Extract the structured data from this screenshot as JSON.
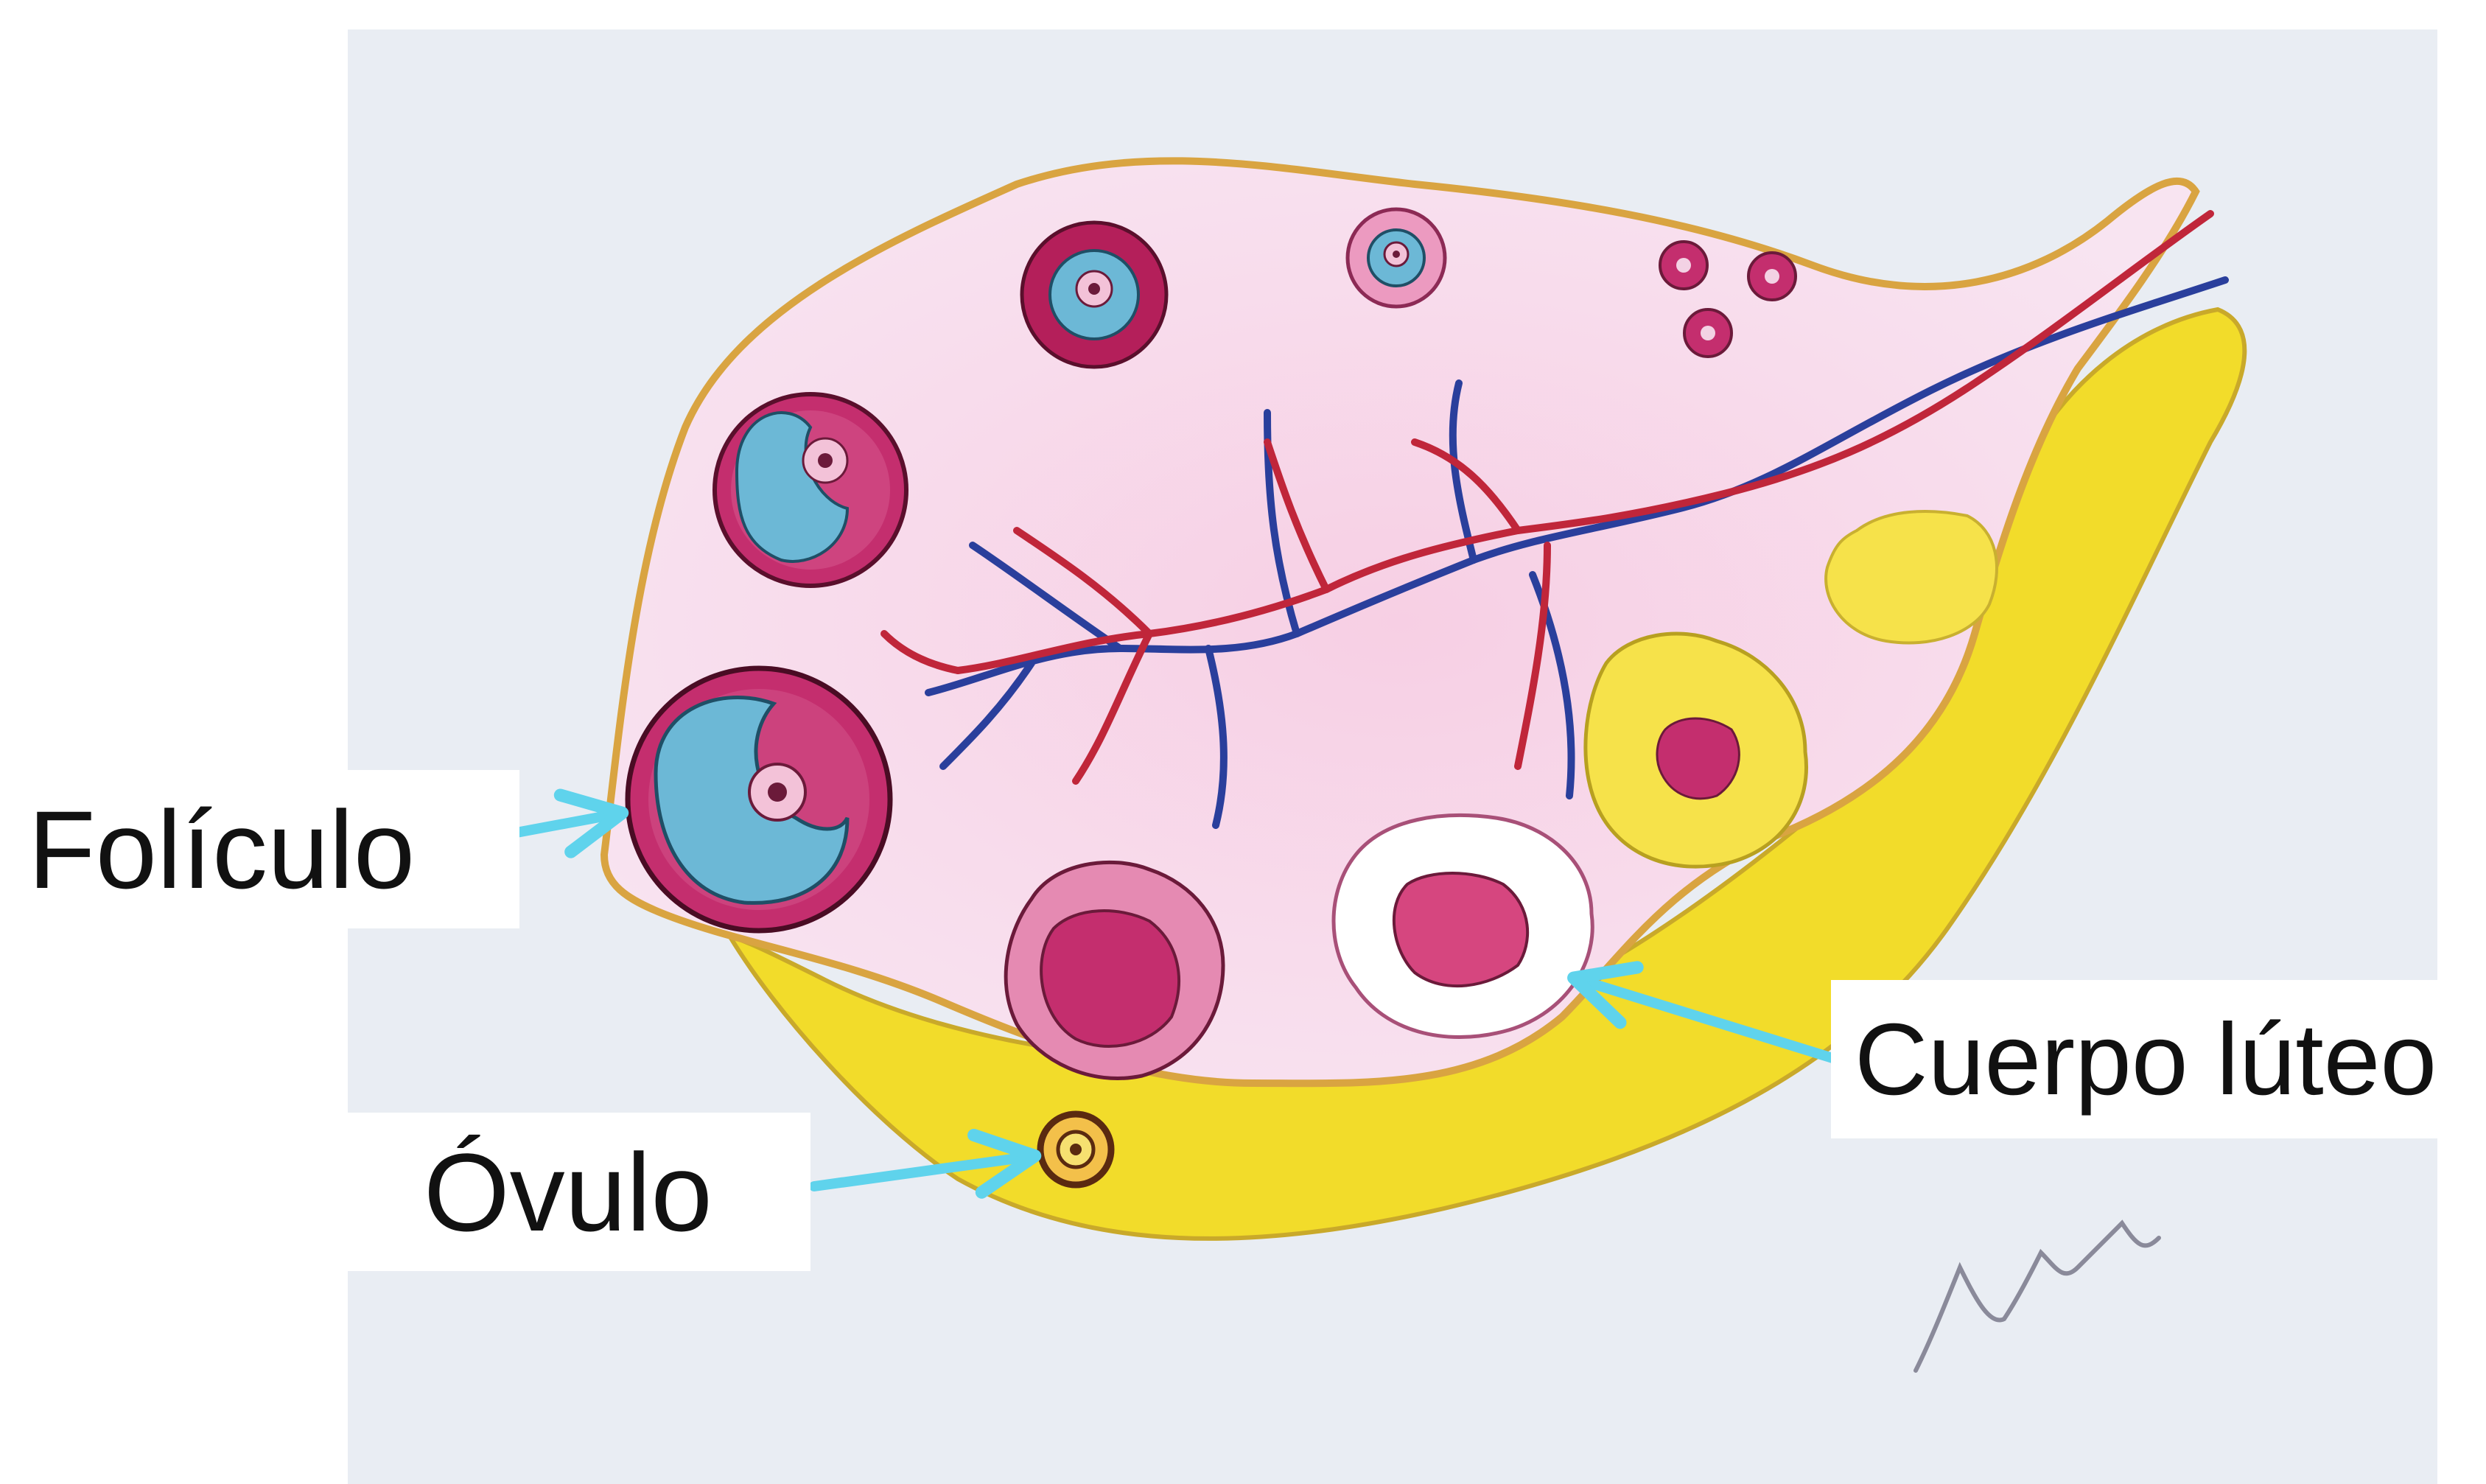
{
  "labels": {
    "foliculo": "Folículo",
    "ovulo": "Óvulo",
    "cuerpo_luteo": "Cuerpo lúteo"
  },
  "signature": "Jdeluis",
  "colors": {
    "paper": "#e9edf3",
    "ovary_outline": "#d9a441",
    "ovary_fill": "#f6dcee",
    "stroma_pink": "#f2bcd6",
    "follicle_magenta": "#c42e6e",
    "antrum_blue": "#6cb8d6",
    "artery_red": "#c0263a",
    "vein_blue": "#2a3f9c",
    "mesovarium_yellow": "#f2dc2a",
    "corpus_yellow": "#f6e24a",
    "arrow_cyan": "#5fd3ec"
  }
}
